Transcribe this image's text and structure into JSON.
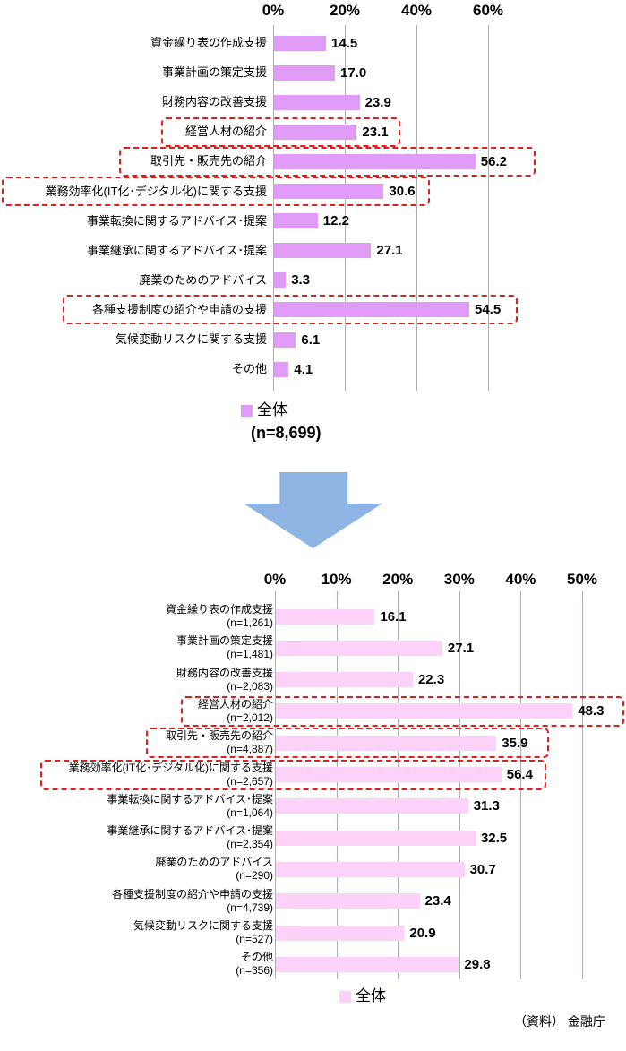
{
  "source": "（資料） 金融庁",
  "arrow_icon": "down-block-arrow",
  "colors": {
    "bar_before": "#e09bf6",
    "bar_after": "#fdd2f8",
    "highlight_border": "#e31c1c",
    "arrow": "#8db4e2",
    "gridline": "#abadc0",
    "text": "#000000"
  },
  "chart_data": [
    {
      "type": "bar",
      "orientation": "horizontal",
      "title": "",
      "xticks": [
        "0%",
        "20%",
        "40%",
        "60%"
      ],
      "xtick_pcts": [
        0,
        20,
        40,
        60
      ],
      "xlim": [
        0,
        65
      ],
      "grid": true,
      "bar_color": "#e09bf6",
      "legend": {
        "label": "全体",
        "note": "(n=8,699)",
        "position": "bottom",
        "swatch_color": "#e09bf6"
      },
      "categories": [
        "資金繰り表の作成支援",
        "事業計画の策定支援",
        "財務内容の改善支援",
        "経営人材の紹介",
        "取引先・販売先の紹介",
        "業務効率化(IT化･デジタル化)に関する支援",
        "事業転換に関するアドバイス･提案",
        "事業継承に関するアドバイス･提案",
        "廃業のためのアドバイス",
        "各種支援制度の紹介や申請の支援",
        "気候変動リスクに関する支援",
        "その他"
      ],
      "values": [
        14.5,
        17.0,
        23.9,
        23.1,
        56.2,
        30.6,
        12.2,
        27.1,
        3.3,
        54.5,
        6.1,
        4.1
      ],
      "value_labels": [
        "14.5",
        "17.0",
        "23.9",
        "23.1",
        "56.2",
        "30.6",
        "12.2",
        "27.1",
        "3.3",
        "54.5",
        "6.1",
        "4.1"
      ],
      "highlighted_indices": [
        3,
        4,
        5,
        9
      ]
    },
    {
      "type": "bar",
      "orientation": "horizontal",
      "title": "",
      "xticks": [
        "0%",
        "10%",
        "20%",
        "30%",
        "40%",
        "50%"
      ],
      "xtick_pcts": [
        0,
        10,
        20,
        30,
        40,
        50
      ],
      "xlim": [
        0,
        57
      ],
      "grid": true,
      "bar_color": "#fdd2f8",
      "legend": {
        "label": "全体",
        "position": "bottom",
        "swatch_color": "#fdd2f8"
      },
      "categories": [
        "資金繰り表の作成支援",
        "事業計画の策定支援",
        "財務内容の改善支援",
        "経営人材の紹介",
        "取引先・販売先の紹介",
        "業務効率化(IT化･デジタル化)に関する支援",
        "事業転換に関するアドバイス･提案",
        "事業継承に関するアドバイス･提案",
        "廃業のためのアドバイス",
        "各種支援制度の紹介や申請の支援",
        "気候変動リスクに関する支援",
        "その他"
      ],
      "n_labels": [
        "(n=1,261)",
        "(n=1,481)",
        "(n=2,083)",
        "(n=2,012)",
        "(n=4,887)",
        "(n=2,657)",
        "(n=1,064)",
        "(n=2,354)",
        "(n=290)",
        "(n=4,739)",
        "(n=527)",
        "(n=356)"
      ],
      "values": [
        16.1,
        27.1,
        22.3,
        48.3,
        35.9,
        56.4,
        31.3,
        32.5,
        30.7,
        23.4,
        20.9,
        29.8
      ],
      "value_labels": [
        "16.1",
        "27.1",
        "22.3",
        "48.3",
        "35.9",
        "56.4",
        "31.3",
        "32.5",
        "30.7",
        "23.4",
        "20.9",
        "29.8"
      ],
      "bar_display_values": [
        16.1,
        27.1,
        22.3,
        48.3,
        35.9,
        36.7,
        31.3,
        32.5,
        30.7,
        23.4,
        20.9,
        29.8
      ],
      "highlighted_indices": [
        3,
        4,
        5
      ]
    }
  ]
}
